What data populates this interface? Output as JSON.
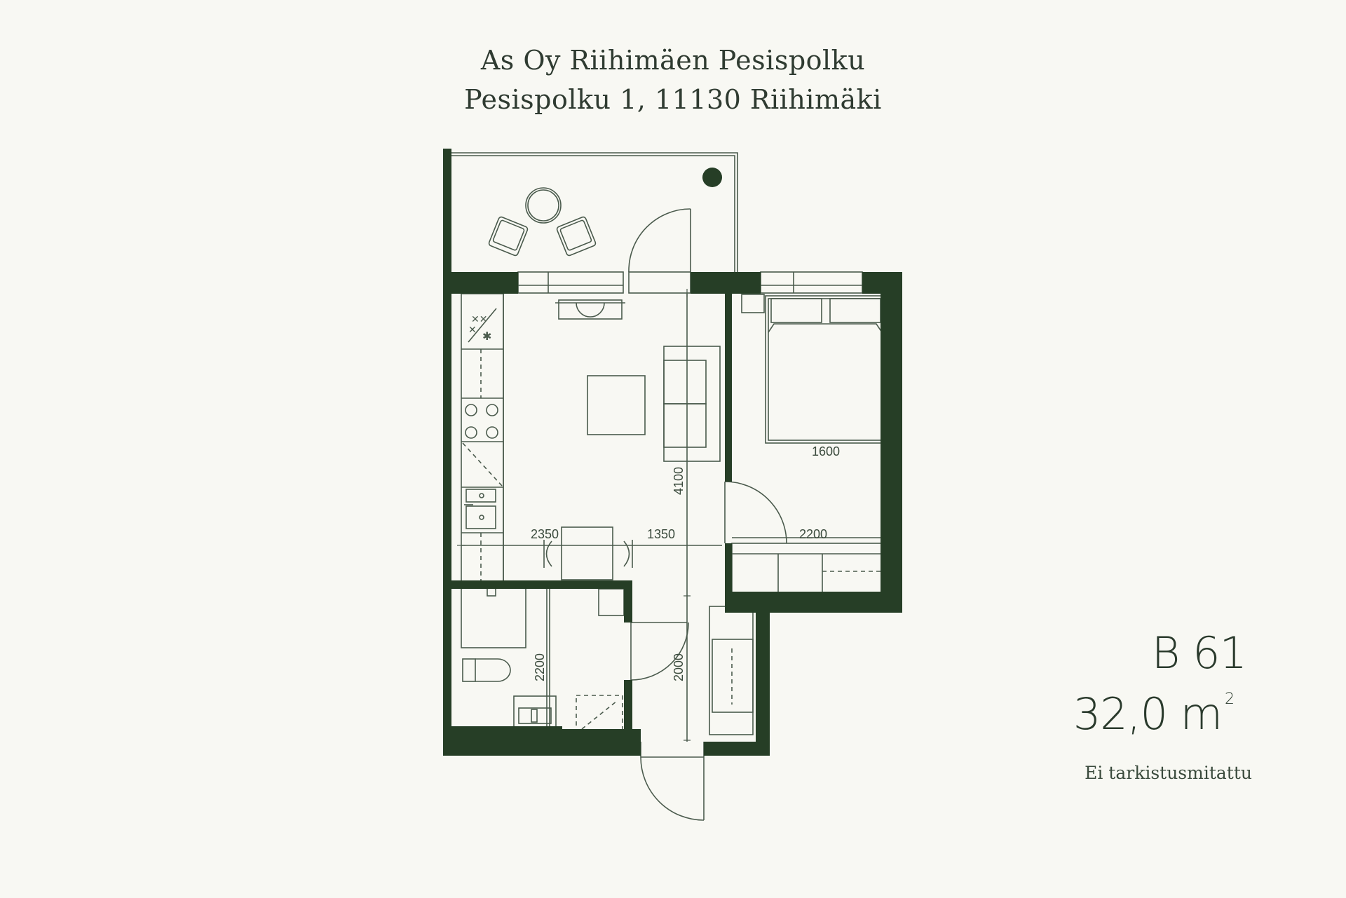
{
  "header": {
    "company": "As Oy  Riihimäen Pesispolku",
    "address": "Pesispolku 1, 11130 Riihimäki"
  },
  "unit": {
    "id": "B 61",
    "area_value": "32,0 m",
    "area_unit_power": "2",
    "note": "Ei tarkistusmitattu"
  },
  "dimensions": {
    "bedroom_bed_width": "1600",
    "bedroom_width": "2200",
    "living_depth": "4100",
    "kitchen_width": "2350",
    "living_width": "1350",
    "bath_depth": "2200",
    "hall_depth": "2000"
  },
  "colors": {
    "wall": "#263e26",
    "line": "#4a5a4c",
    "background": "#f8f8f3"
  }
}
